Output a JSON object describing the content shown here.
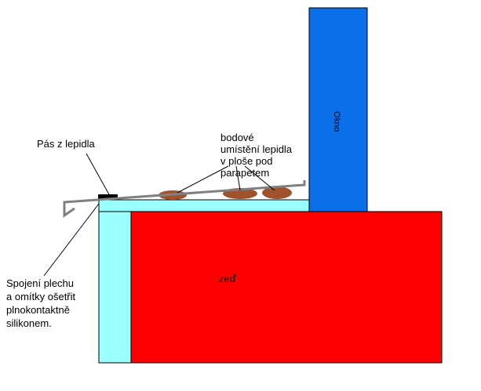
{
  "labels": {
    "window": "Okno",
    "wall": "zeď",
    "adhesive_strip": "Pás z lepidla",
    "spot_adhesive": [
      "bodové",
      "umístění lepidla",
      "v ploše pod",
      "parapetem"
    ],
    "sealing_note": [
      "Spojení plechu",
      "a omítky ošetřit",
      "plnokontaktně",
      "silikonem."
    ]
  },
  "colors": {
    "window": "#0a6fe8",
    "wall": "#ff0000",
    "plaster": "#99ffff",
    "adhesive_spot": "#a0522d",
    "adhesive_strip": "#000000",
    "sill_sheet": "#808080",
    "outline": "#000000"
  }
}
